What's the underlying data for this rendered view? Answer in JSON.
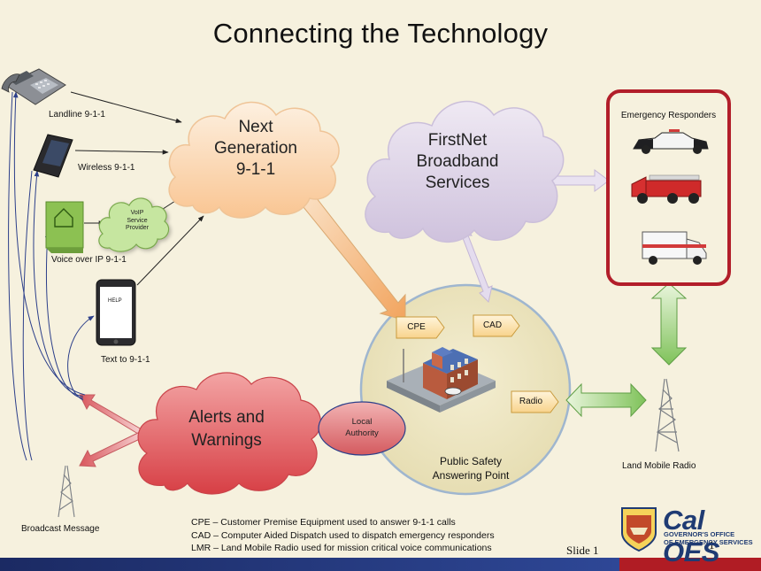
{
  "title": "Connecting the Technology",
  "clouds": {
    "ng911": "Next Generation 9-1-1",
    "ng911_lines": [
      "Next",
      "Generation",
      "9-1-1"
    ],
    "firstnet_lines": [
      "FirstNet",
      "Broadband",
      "Services"
    ],
    "voip_lines": [
      "VoIP",
      "Service",
      "Provider"
    ],
    "alerts_lines": [
      "Alerts and",
      "Warnings"
    ]
  },
  "labels": {
    "landline": "Landline 9-1-1",
    "wireless": "Wireless 9-1-1",
    "voip": "Voice over IP  9-1-1",
    "text": "Text to  9-1-1",
    "phone_screen": "HELP",
    "broadcast": "Broadcast Message",
    "local_authority_lines": [
      "Local",
      "Authority"
    ],
    "psap_lines": [
      "Public Safety",
      "Answering Point"
    ],
    "emergency_responders": "Emergency Responders",
    "land_mobile_radio": "Land Mobile Radio"
  },
  "psap_tags": {
    "cpe": "CPE",
    "cad": "CAD",
    "radio": "Radio"
  },
  "legend": [
    "CPE – Customer Premise Equipment used to answer 9-1-1 calls",
    "CAD – Computer Aided Dispatch used to dispatch emergency responders",
    "LMR – Land Mobile Radio used for mission critical voice communications"
  ],
  "footer": {
    "slide": "Slide  1",
    "page_number": "1",
    "logo_name": "Cal OES",
    "logo_sub_lines": [
      "GOVERNOR'S OFFICE",
      "OF EMERGENCY SERVICES"
    ]
  },
  "colors": {
    "background": "#f6f1de",
    "ng911_cloud": "#fbd9b6",
    "firstnet_cloud": "#ddd3e6",
    "voip_cloud": "#c3e59e",
    "alerts_cloud": "#e46a6a",
    "psap_circle": "#ebe4c0",
    "responders_border": "#b21e2a",
    "footer_bar": "#1e2e6e",
    "footer_accent": "#b01c24"
  }
}
